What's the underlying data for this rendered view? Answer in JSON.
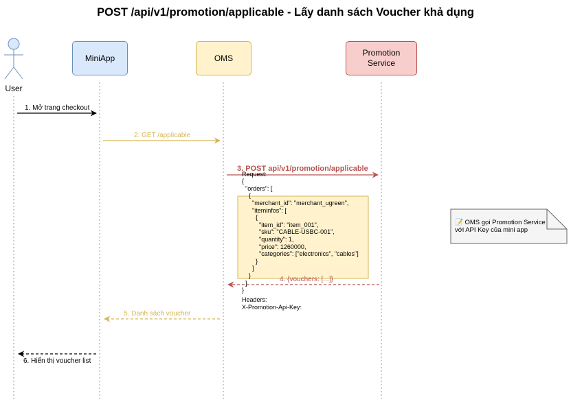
{
  "title": "POST /api/v1/promotion/applicable - Lấy danh sách Voucher khả dụng",
  "participants": {
    "user": "User",
    "miniapp": "MiniApp",
    "oms": "OMS",
    "promotion_line1": "Promotion",
    "promotion_line2": "Service"
  },
  "messages": {
    "m1": "1. Mở trang checkout",
    "m2": "2. GET /applicable",
    "m3": "3. POST api/v1/promotion/applicable",
    "m4": "4. {vouchers: [...]}",
    "m5": "5. Danh sách voucher",
    "m6": "6. Hiển thị voucher list"
  },
  "request": {
    "lines": [
      "Request:",
      "{",
      "  \"orders\": [",
      "    {",
      "      \"merchant_id\": \"merchant_ugreen\",",
      "      \"iteminfos\": [",
      "        {",
      "          \"item_id\": \"item_001\",",
      "          \"sku\": \"CABLE-USBC-001\",",
      "          \"quantity\": 1,",
      "          \"price\": 1260000,",
      "          \"categories\": [\"electronics\", \"cables\"]",
      "        }",
      "      ]",
      "    }",
      "  ]",
      "}"
    ]
  },
  "headers": {
    "line1": "Headers:",
    "line2": "X-Promotion-Api-Key:"
  },
  "note": {
    "icon": "memo-icon",
    "line1": "📝 OMS gọi Promotion Service",
    "line2": "với API Key của mini app"
  },
  "colors": {
    "miniapp_fill": "#dae8fc",
    "oms_fill": "#fff2cc",
    "promo_fill": "#f8cecc",
    "msg_yellow": "#d6b656",
    "msg_red": "#b85450"
  }
}
